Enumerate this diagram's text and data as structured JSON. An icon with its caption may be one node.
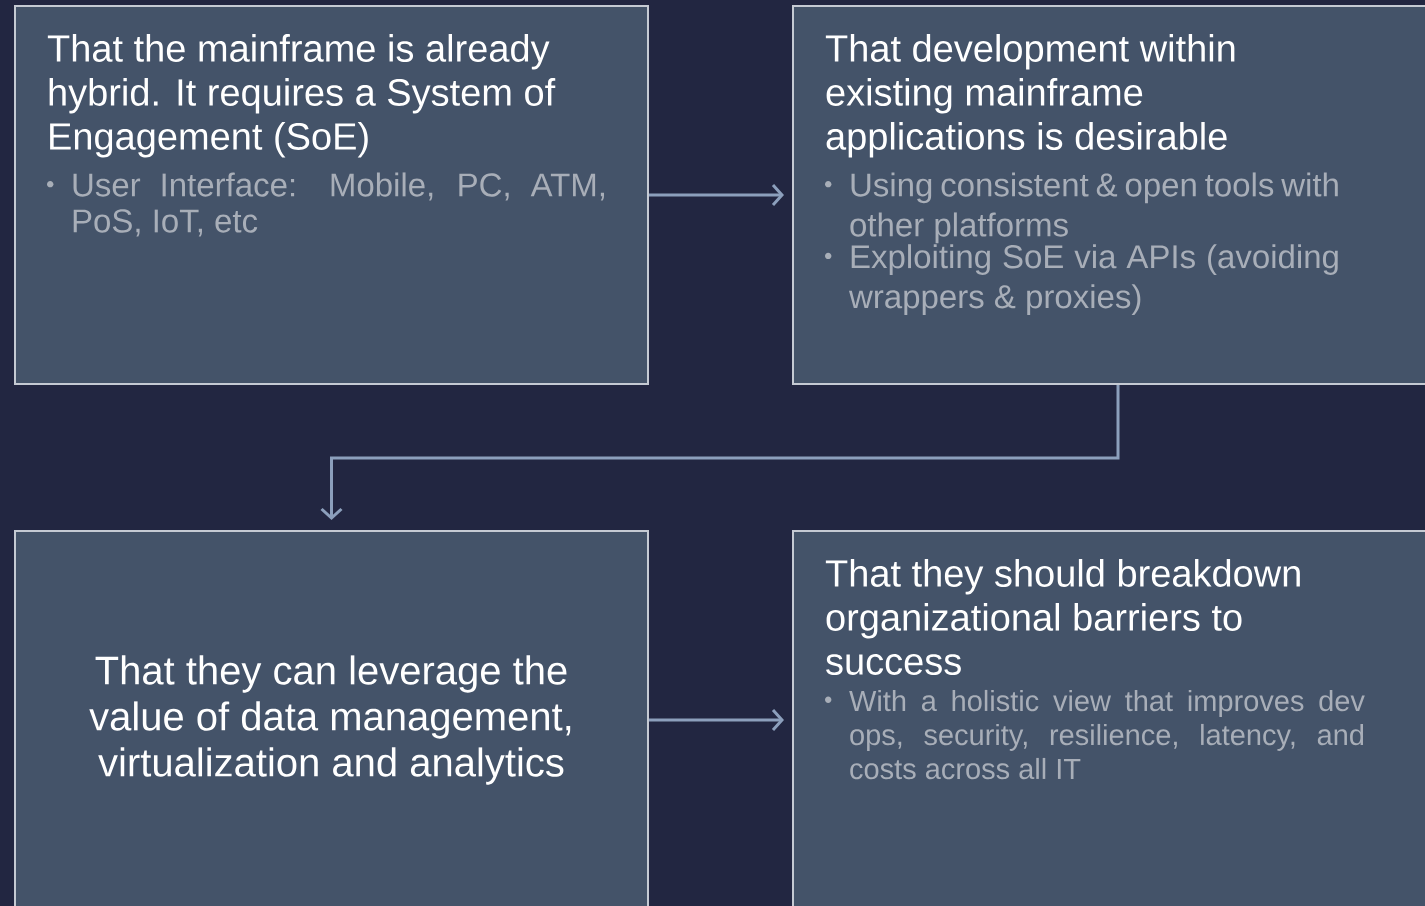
{
  "diagram": {
    "nodes": [
      {
        "text": [
          "That the mainframe is already hybrid. It requires a System of Engagement  (SoE)",
          "User Interface: Mobile, PC, ATM, PoS, IoT, etc"
        ]
      },
      {
        "text": [
          "That development within existing mainframe applications is desirable",
          "Using consistent & open tools with other platforms",
          "Exploiting SoE via APIs (avoiding wrappers & proxies)"
        ]
      },
      {
        "text": [
          "That they can leverage the value of data management, virtualization and analytics"
        ]
      },
      {
        "text": [
          "That they should breakdown organizational barriers to success",
          "With a holistic view that improves dev ops, security, resilience, latency, and costs across all IT"
        ]
      }
    ],
    "edges": [
      {
        "from": 0,
        "to": 1,
        "arrow": "to"
      },
      {
        "from": 1,
        "to": 2,
        "arrow": "to"
      },
      {
        "from": 2,
        "to": 3,
        "arrow": "to"
      }
    ]
  }
}
